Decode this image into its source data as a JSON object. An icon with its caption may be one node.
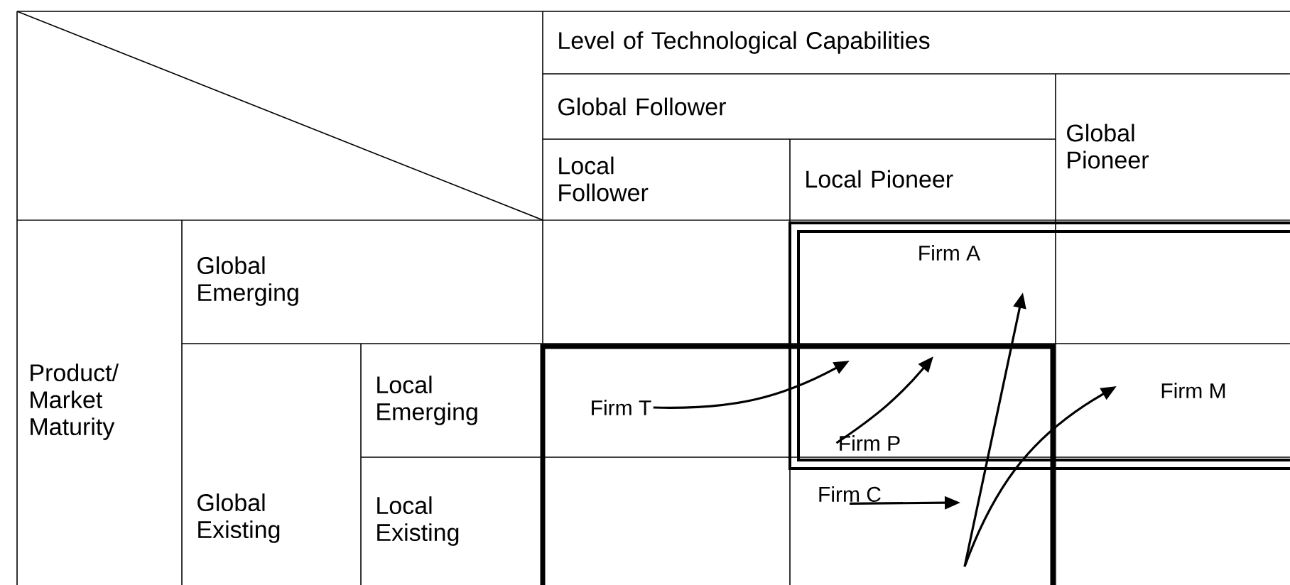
{
  "diagram": {
    "nodes": [
      {
        "text": [
          "Firm A"
        ]
      },
      {
        "text": [
          "Firm T"
        ]
      },
      {
        "text": [
          "Firm M"
        ]
      },
      {
        "text": [
          "Firm P"
        ]
      },
      {
        "text": [
          "Firm C"
        ]
      }
    ],
    "edges": [
      {
        "from": 1,
        "to": null,
        "arrow": "to"
      },
      {
        "from": 3,
        "to": null,
        "arrow": "to"
      },
      {
        "from": 4,
        "to": null,
        "arrow": "to"
      },
      {
        "from": null,
        "to": 0,
        "arrow": "to"
      },
      {
        "from": null,
        "to": 2,
        "arrow": "to"
      }
    ],
    "labels": [
      "Level of Technological Capabilities",
      "Global Follower",
      "Global Pioneer",
      "Local Follower",
      "Local Pioneer",
      "Product/ Market Maturity",
      "Global Emerging",
      "Global Existing",
      "Local Emerging",
      "Local Existing"
    ]
  }
}
